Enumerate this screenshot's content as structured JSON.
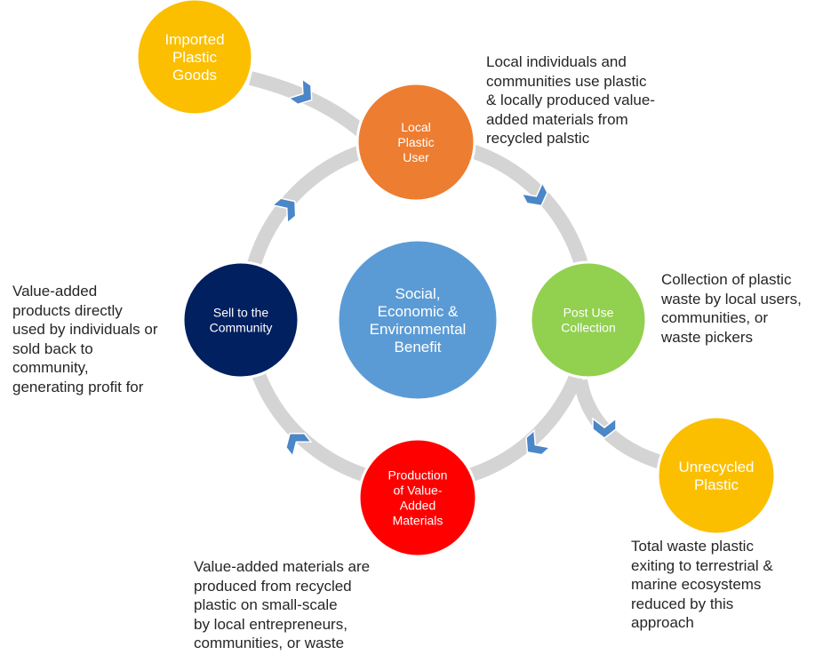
{
  "colors": {
    "ring": "#d4d4d4",
    "arrow": "#4a86c8",
    "imported": "#fbbf00",
    "local_user": "#ed7d31",
    "post_use": "#92d050",
    "production": "#ff0000",
    "sell": "#002060",
    "center": "#5b9bd5",
    "unrecycled": "#fbbf00",
    "node_text": "#ffffff",
    "desc_text": "#262626"
  },
  "icons": {
    "flow_arrow": "chevron-arrow-icon"
  },
  "nodes": {
    "imported": {
      "lines": [
        "Imported",
        "Plastic",
        "Goods"
      ]
    },
    "local_user": {
      "lines": [
        "Local",
        "Plastic",
        "User"
      ]
    },
    "post_use": {
      "lines": [
        "Post Use",
        "Collection"
      ]
    },
    "production": {
      "lines": [
        "Production",
        "of Value-",
        "Added",
        "Materials"
      ]
    },
    "sell": {
      "lines": [
        "Sell to the",
        "Community"
      ]
    },
    "center": {
      "lines": [
        "Social,",
        "Economic &",
        "Environmental",
        "Benefit"
      ]
    },
    "unrecycled": {
      "lines": [
        "Unrecycled",
        "Plastic"
      ]
    }
  },
  "descriptions": {
    "local_user": [
      "Local individuals and",
      "communities use plastic",
      "& locally produced value-",
      "added materials from",
      "recycled palstic"
    ],
    "post_use": [
      "Collection of plastic",
      "waste by local users,",
      "communities, or",
      "waste pickers"
    ],
    "sell": [
      "Value-added",
      "products directly",
      "used by individuals or",
      "sold back to",
      "community,",
      "generating profit for"
    ],
    "production": [
      "Value-added materials are",
      "produced from recycled",
      "plastic on small-scale",
      "by local entrepreneurs,",
      "communities, or waste"
    ],
    "unrecycled": [
      "Total waste plastic",
      "exiting to terrestrial &",
      "marine ecosystems",
      "reduced by this",
      "approach"
    ]
  }
}
